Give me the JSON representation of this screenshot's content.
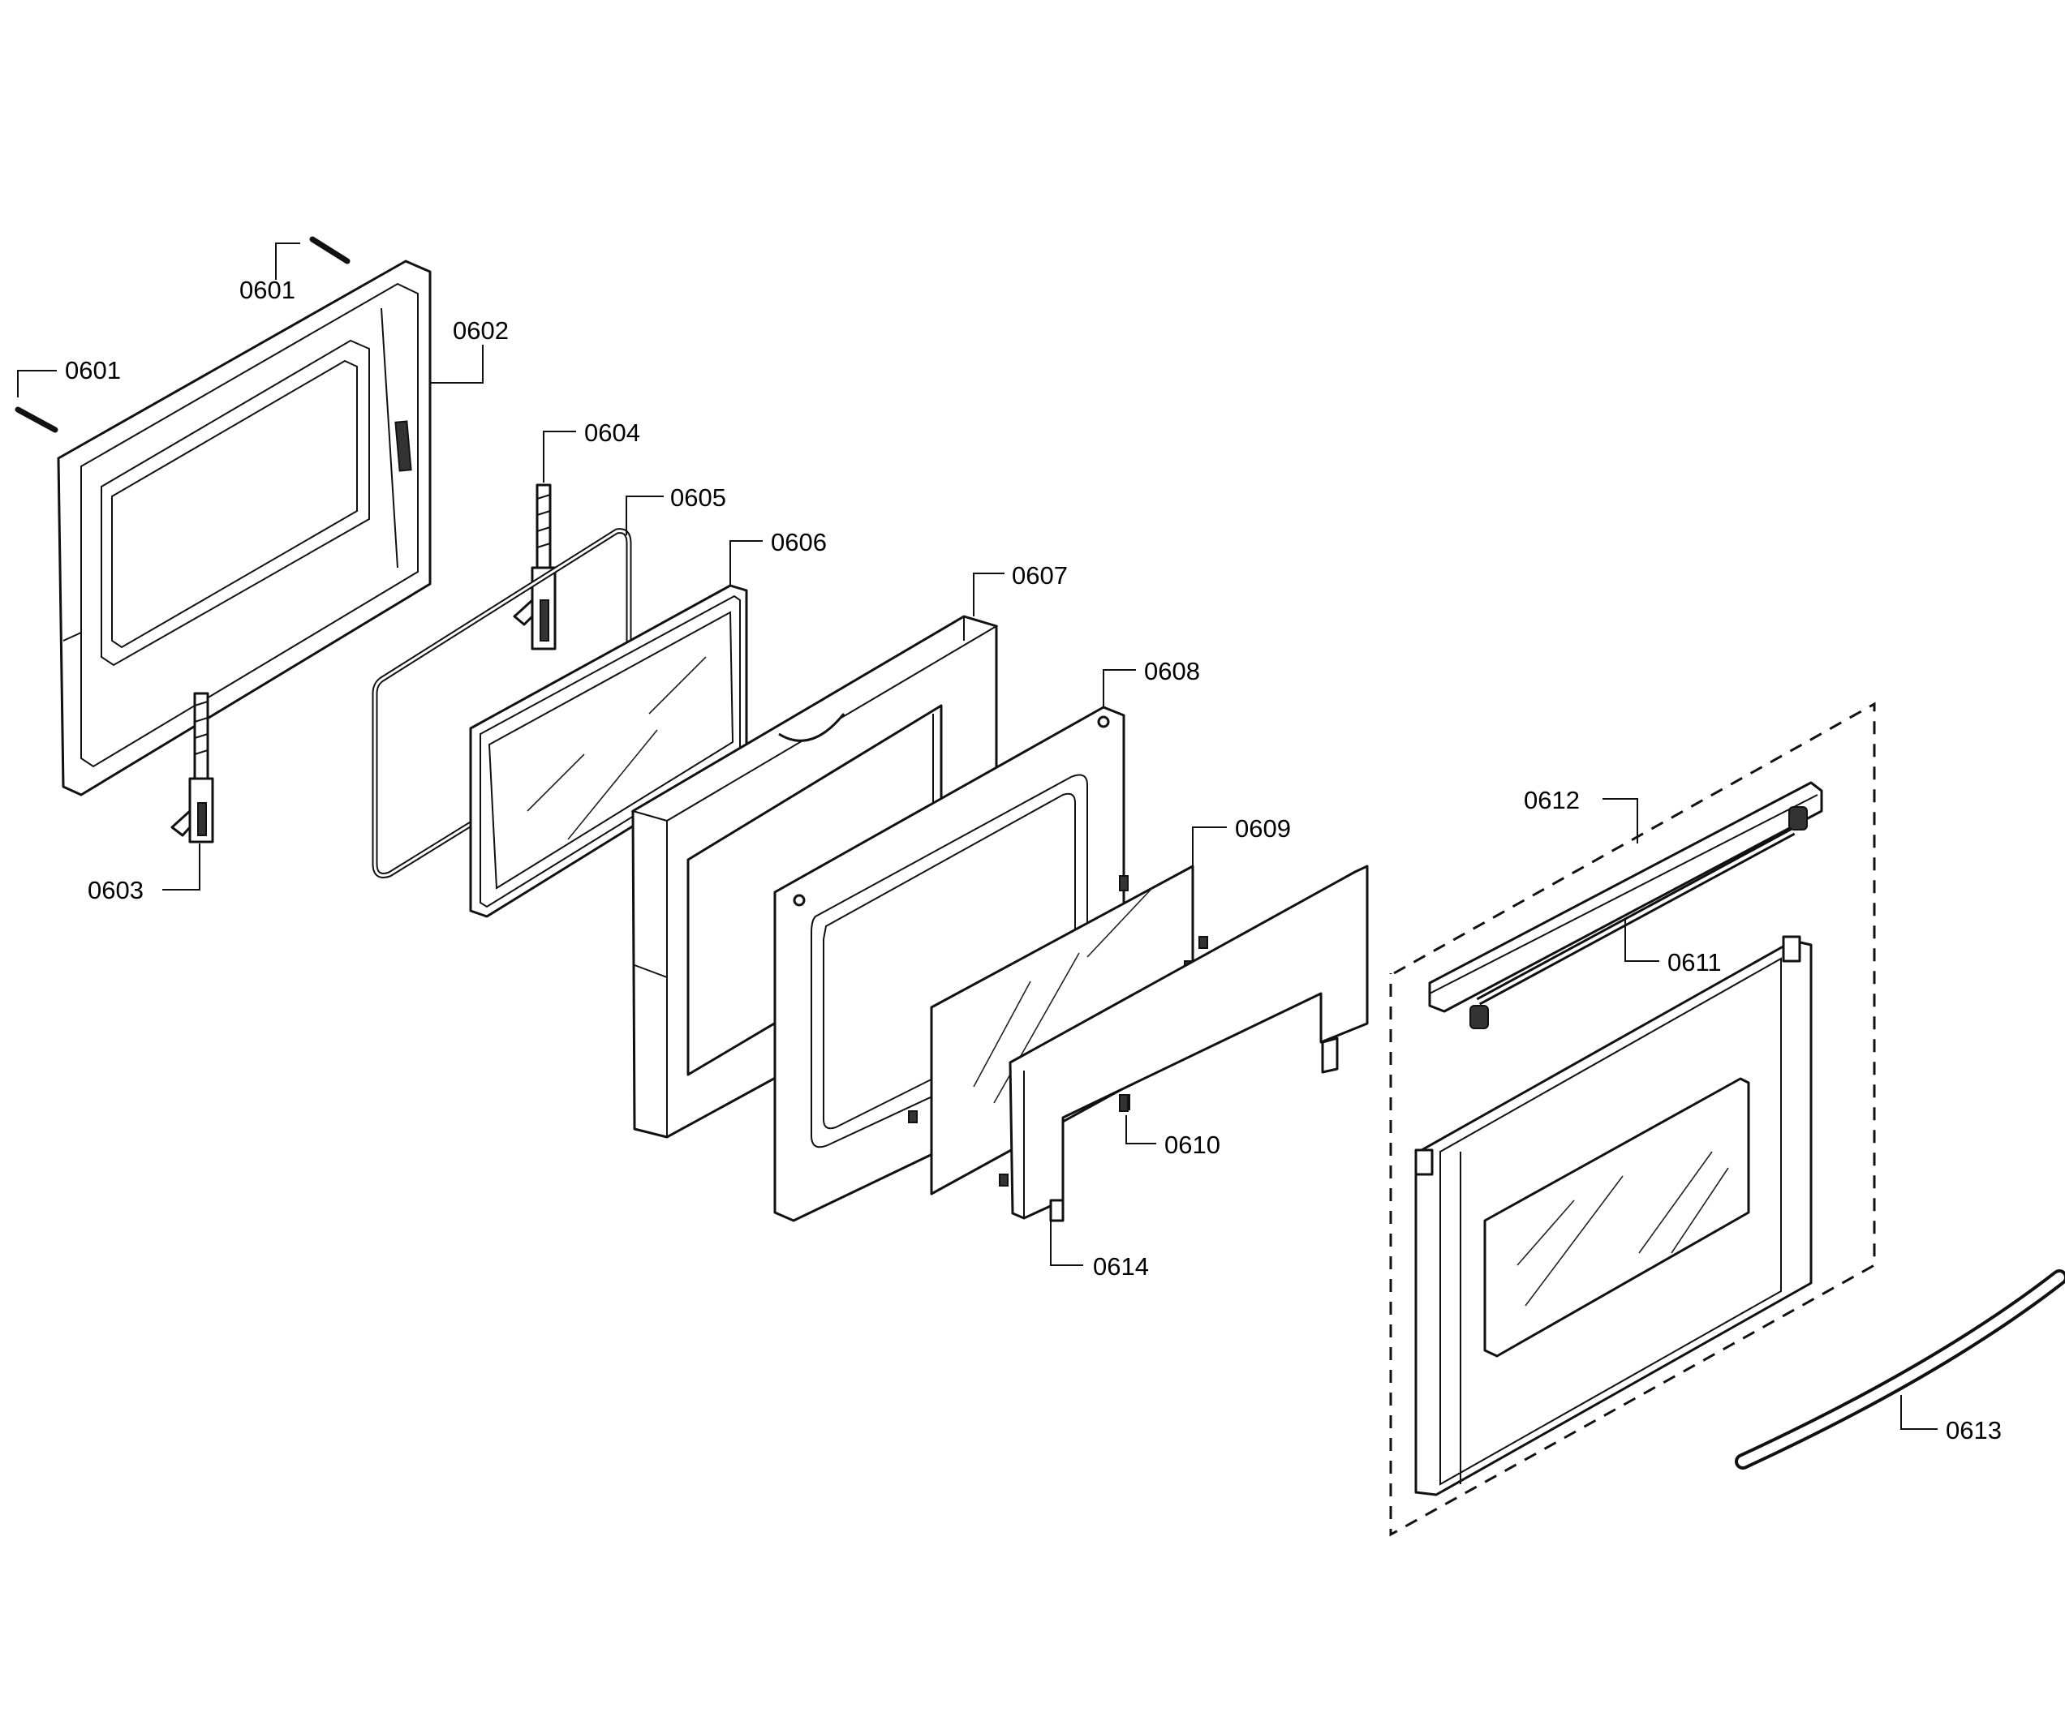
{
  "labels": {
    "l0601a": "0601",
    "l0601b": "0601",
    "l0602": "0602",
    "l0603": "0603",
    "l0604": "0604",
    "l0605": "0605",
    "l0606": "0606",
    "l0607": "0607",
    "l0608": "0608",
    "l0609": "0609",
    "l0610": "0610",
    "l0611": "0611",
    "l0612": "0612",
    "l0613": "0613",
    "l0614": "0614"
  }
}
